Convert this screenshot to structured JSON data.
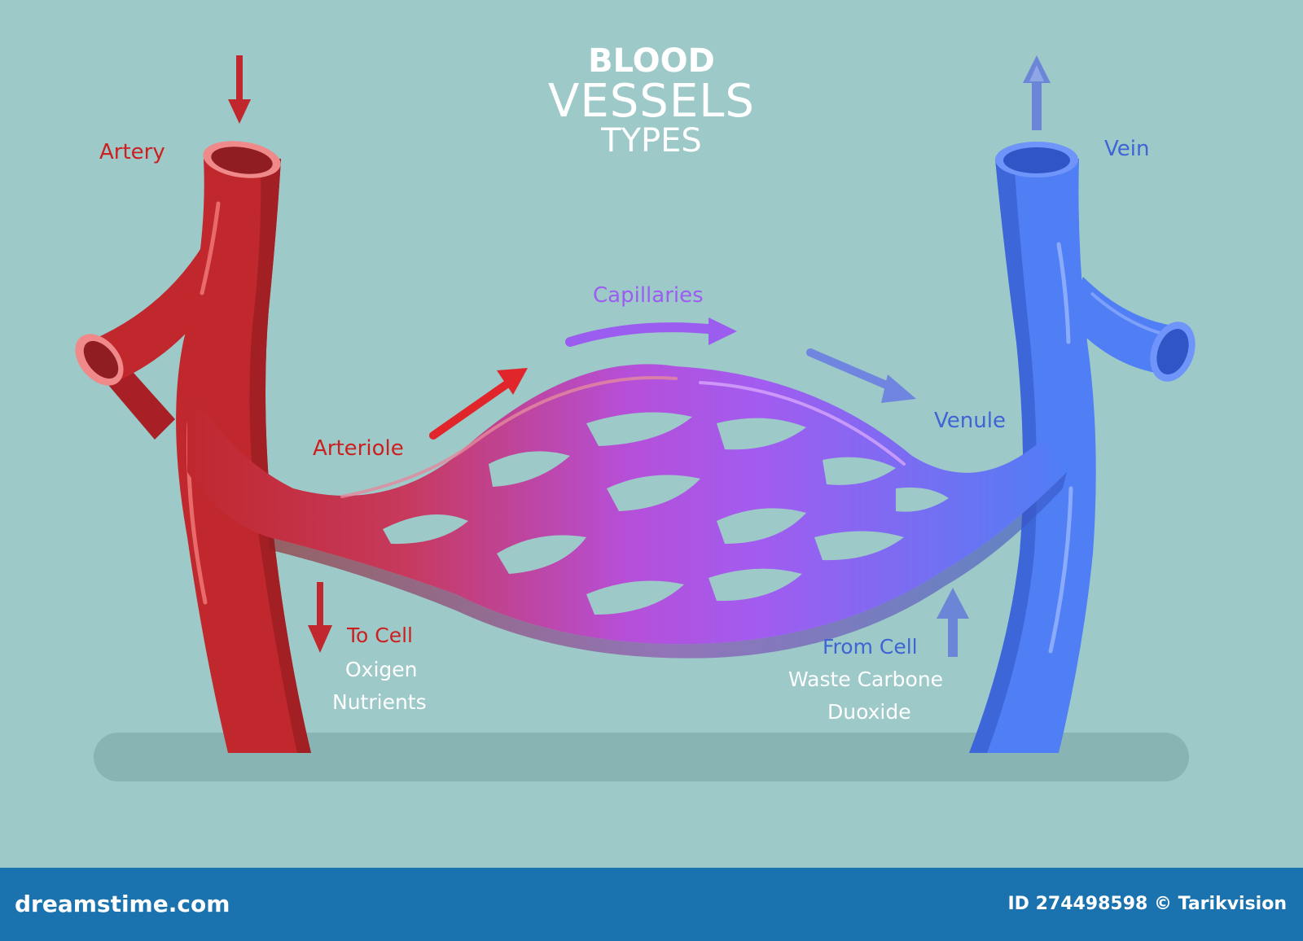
{
  "title": {
    "line1": "BLOOD",
    "line2": "VESSELS",
    "line3": "TYPES"
  },
  "labels": {
    "artery": "Artery",
    "vein": "Vein",
    "capillaries": "Capillaries",
    "arteriole": "Arteriole",
    "venule": "Venule",
    "to_cell": "To Cell",
    "oxigen": "Oxigen",
    "nutrients": "Nutrients",
    "from_cell": "From Cell",
    "waste_carbone": "Waste Carbone",
    "duoxide": "Duoxide"
  },
  "footer": {
    "brand": "dreamstime.com",
    "id_text": "ID 274498598 © Tarikvision"
  },
  "colors": {
    "background": "#9dc9c8",
    "artery": "#c0282d",
    "vein": "#4f7ef5",
    "capillaries": "#b660ef",
    "footer": "#1a73ae"
  }
}
